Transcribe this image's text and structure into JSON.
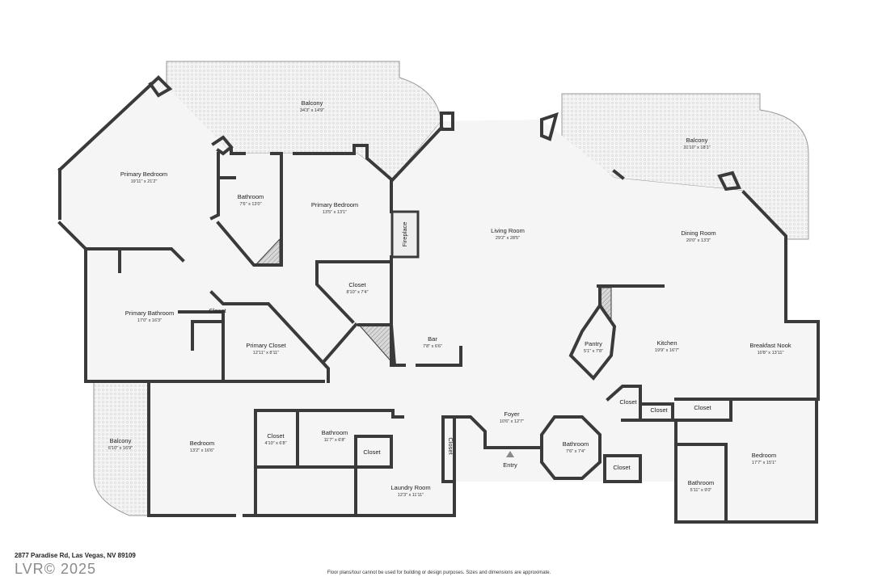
{
  "rooms": [
    {
      "name": "Balcony",
      "dim": "34'3\" x 14'9\""
    },
    {
      "name": "Primary Bedroom",
      "dim": "19'11\" x 21'2\""
    },
    {
      "name": "Bathroom",
      "dim": "7'6\" x 13'0\""
    },
    {
      "name": "Primary Bedroom",
      "dim": "13'5\" x 13'1\""
    },
    {
      "name": "Fireplace",
      "dim": ""
    },
    {
      "name": "Living Room",
      "dim": "29'2\" x 28'5\""
    },
    {
      "name": "Balcony",
      "dim": "31'10\" x 18'1\""
    },
    {
      "name": "Dining Room",
      "dim": "20'0\" x 13'3\""
    },
    {
      "name": "Closet",
      "dim": "8'10\" x 7'4\""
    },
    {
      "name": "Primary Bathroom",
      "dim": "17'0\" x 16'3\""
    },
    {
      "name": "Closet",
      "dim": ""
    },
    {
      "name": "Primary Closet",
      "dim": "12'11\" x 8'11\""
    },
    {
      "name": "Bar",
      "dim": "7'8\" x 6'6\""
    },
    {
      "name": "Pantry",
      "dim": "5'1\" x 7'8\""
    },
    {
      "name": "Kitchen",
      "dim": "19'9\" x 16'7\""
    },
    {
      "name": "Breakfast Nook",
      "dim": "10'8\" x 13'11\""
    },
    {
      "name": "Closet",
      "dim": ""
    },
    {
      "name": "Closet",
      "dim": ""
    },
    {
      "name": "Closet",
      "dim": ""
    },
    {
      "name": "Foyer",
      "dim": "10'6\" x 12'7\""
    },
    {
      "name": "Balcony",
      "dim": "6'10\" x 16'9\""
    },
    {
      "name": "Bedroom",
      "dim": "13'2\" x 16'6\""
    },
    {
      "name": "Closet",
      "dim": "4'10\" x 6'8\""
    },
    {
      "name": "Bathroom",
      "dim": "11'7\" x 6'8\""
    },
    {
      "name": "Closet",
      "dim": ""
    },
    {
      "name": "Closet",
      "dim": ""
    },
    {
      "name": "Laundry Room",
      "dim": "12'3\" x 11'11\""
    },
    {
      "name": "Bathroom",
      "dim": "7'6\" x 7'4\""
    },
    {
      "name": "Closet",
      "dim": ""
    },
    {
      "name": "Bedroom",
      "dim": "17'7\" x 15'1\""
    },
    {
      "name": "Bathroom",
      "dim": "5'11\" x 9'0\""
    }
  ],
  "entry_label": "Entry",
  "address": "2877 Paradise Rd, Las Vegas, NV 89109",
  "watermark": "LVR© 2025",
  "disclaimer": "Floor plans/tour cannot be used for building or design purposes. Sizes and dimensions are approximate."
}
